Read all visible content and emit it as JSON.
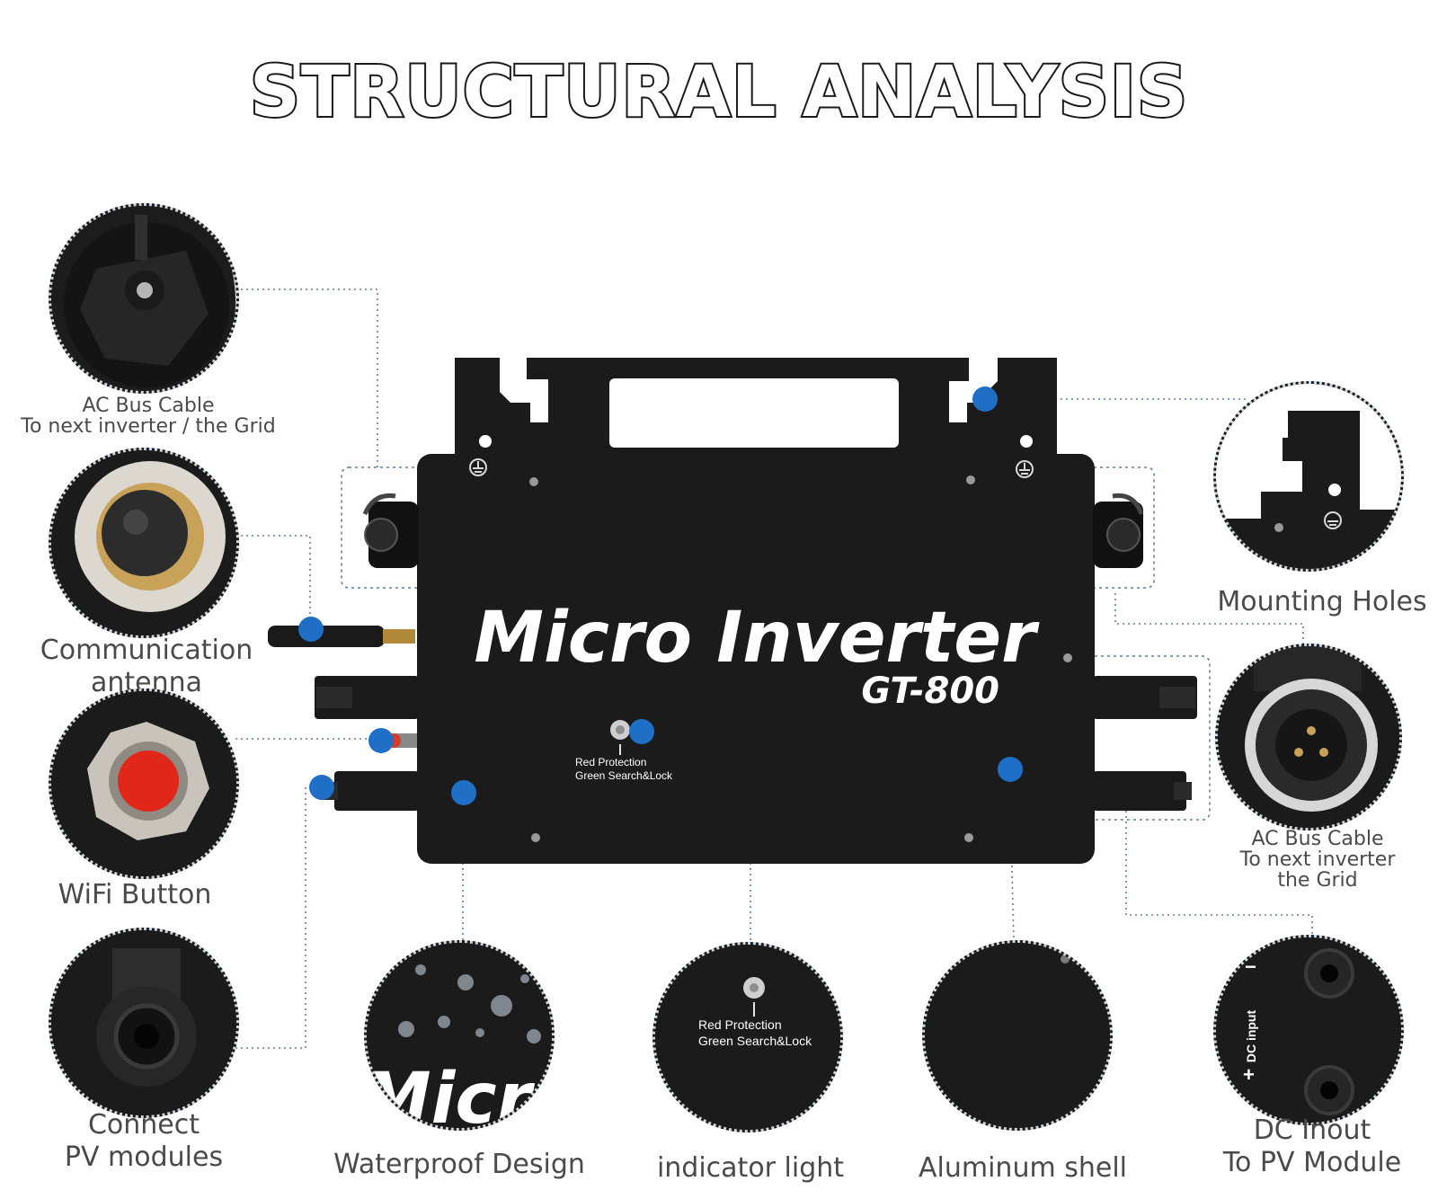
{
  "title": "STRUCTURAL ANALYSIS",
  "product": {
    "name": "Micro Inverter",
    "model": "GT-800",
    "indicator_text_line1": "Red Protection",
    "indicator_text_line2": "Green  Search&Lock"
  },
  "callouts": {
    "ac_bus_left": {
      "line1": "AC Bus Cable",
      "line2": "To next inverter / the Grid"
    },
    "antenna": {
      "line1": "Communication",
      "line2": "antenna"
    },
    "wifi": {
      "label": "WiFi Button"
    },
    "connect_pv": {
      "line1": "Connect",
      "line2": "PV modules"
    },
    "waterproof": {
      "label": "Waterproof Design",
      "detail_text": "Micro"
    },
    "indicator": {
      "label": "indicator light",
      "detail_line1": "Red Protection",
      "detail_line2": "Green  Search&Lock"
    },
    "aluminum": {
      "label": "Aluminum shell"
    },
    "mounting": {
      "label": "Mounting Holes"
    },
    "ac_bus_right": {
      "line1": "AC Bus Cable",
      "line2": "To next inverter",
      "line3": "the Grid"
    },
    "dc_input": {
      "line1": "DC Inout",
      "line2": "To PV Module",
      "detail_text": "DC input"
    }
  },
  "colors": {
    "callout_dot": "#1f6fc6",
    "device_body": "#1b1b1b",
    "label_text": "#4a4a4a",
    "leader_line": "#5f7f9a"
  },
  "icons": [
    "ground-symbol-icon",
    "screw-icon",
    "antenna-icon",
    "mc4-connector-icon",
    "led-icon"
  ]
}
